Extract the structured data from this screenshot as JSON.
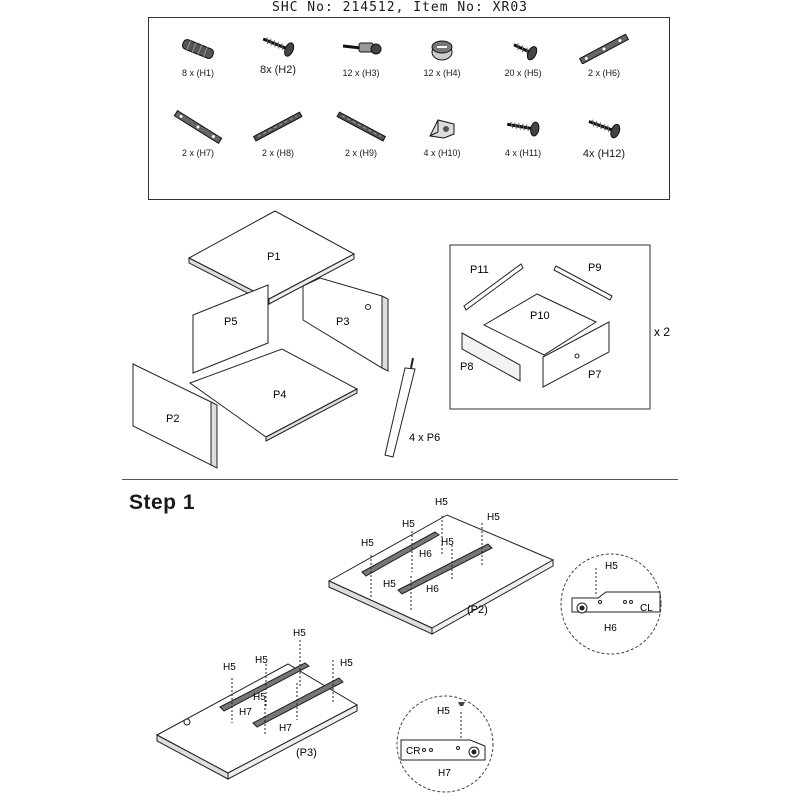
{
  "header": {
    "title": "SHC No: 214512, Item No: XR03"
  },
  "hardware": [
    {
      "id": "H1",
      "label": "8 x (H1)",
      "icon": "wood-dowel"
    },
    {
      "id": "H2",
      "label": "8x (H2)",
      "icon": "screw"
    },
    {
      "id": "H3",
      "label": "12 x (H3)",
      "icon": "cam-bolt"
    },
    {
      "id": "H4",
      "label": "12 x (H4)",
      "icon": "cam-lock"
    },
    {
      "id": "H5",
      "label": "20 x (H5)",
      "icon": "short-screw"
    },
    {
      "id": "H6",
      "label": "2 x (H6)",
      "icon": "drawer-runner"
    },
    {
      "id": "H7",
      "label": "2 x (H7)",
      "icon": "drawer-runner"
    },
    {
      "id": "H8",
      "label": "2 x (H8)",
      "icon": "drawer-rail"
    },
    {
      "id": "H9",
      "label": "2 x (H9)",
      "icon": "drawer-rail"
    },
    {
      "id": "H10",
      "label": "4 x (H10)",
      "icon": "corner-bracket"
    },
    {
      "id": "H11",
      "label": "4 x (H11)",
      "icon": "screw"
    },
    {
      "id": "H12",
      "label": "4x (H12)",
      "icon": "screw"
    }
  ],
  "parts": {
    "p1": "P1",
    "p2": "P2",
    "p3": "P3",
    "p4": "P4",
    "p5": "P5",
    "p6": "4 x P6",
    "p7": "P7",
    "p8": "P8",
    "p9": "P9",
    "p10": "P10",
    "p11": "P11",
    "drawer_qty": "x 2"
  },
  "step": {
    "title": "Step 1"
  },
  "step_labels": {
    "h5": "H5",
    "h6": "H6",
    "h7": "H7",
    "p2": "(P2)",
    "p3": "(P3)",
    "cl": "CL",
    "cr": "CR"
  }
}
